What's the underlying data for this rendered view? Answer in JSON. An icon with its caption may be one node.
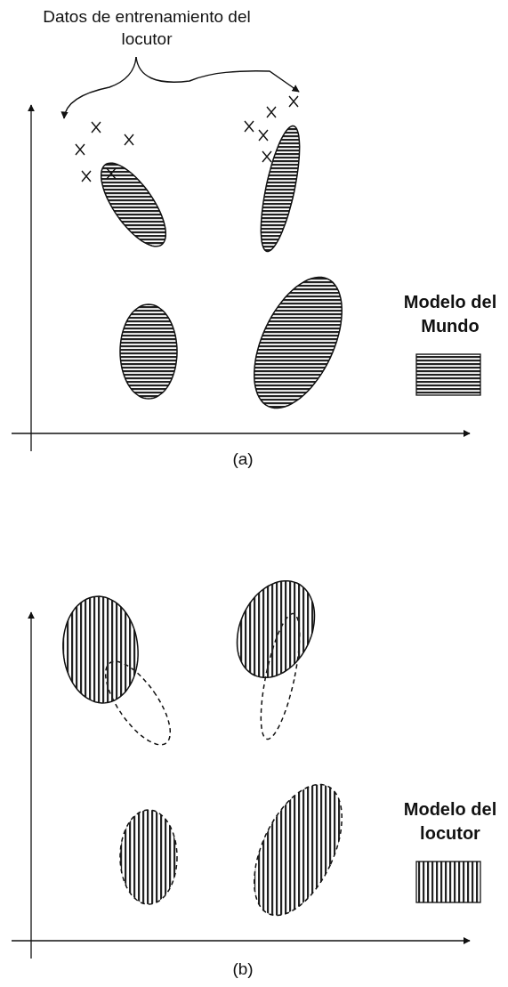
{
  "diagram": {
    "nodes": [
      {
        "text": [
          "Datos de entrenamiento del locutor"
        ]
      },
      {
        "text": [],
        "shape": "cross"
      },
      {
        "text": [],
        "shape": "cross"
      }
    ],
    "edges": [
      {
        "from": 0,
        "to": 1,
        "arrow": "to"
      },
      {
        "from": 0,
        "to": 2,
        "arrow": "to"
      }
    ],
    "labels": [
      "(a)",
      "(b)"
    ],
    "legend": [
      {
        "text": "Modelo del Mundo"
      },
      {
        "text": "Modelo del locutor"
      }
    ]
  }
}
